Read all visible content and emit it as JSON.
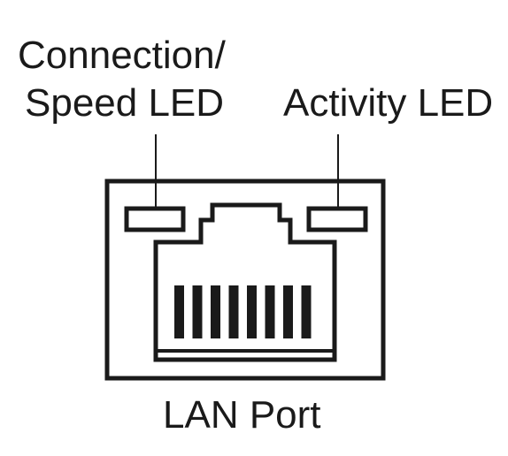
{
  "labels": {
    "connection_speed_led_line1": "Connection/",
    "connection_speed_led_line2": "Speed LED",
    "activity_led": "Activity LED",
    "lan_port": "LAN Port"
  },
  "colors": {
    "stroke": "#1a1a1a",
    "background": "#ffffff"
  }
}
